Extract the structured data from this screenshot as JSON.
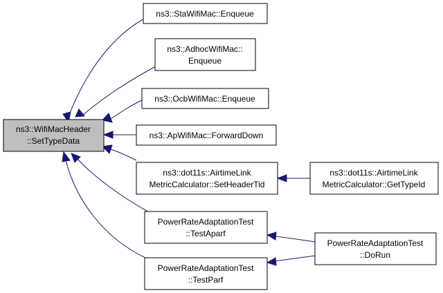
{
  "graph": {
    "nodes": {
      "root": [
        "ns3::WifiMacHeader",
        "::SetTypeData"
      ],
      "sta_enqueue": [
        "ns3::StaWifiMac::Enqueue"
      ],
      "adhoc_enqueue": [
        "ns3::AdhocWifiMac::",
        "Enqueue"
      ],
      "ocb_enqueue": [
        "ns3::OcbWifiMac::Enqueue"
      ],
      "ap_forward": [
        "ns3::ApWifiMac::ForwardDown"
      ],
      "airtime_setheader": [
        "ns3::dot11s::AirtimeLink",
        "MetricCalculator::SetHeaderTid"
      ],
      "airtime_gettypeid": [
        "ns3::dot11s::AirtimeLink",
        "MetricCalculator::GetTypeId"
      ],
      "testaparf": [
        "PowerRateAdaptationTest",
        "::TestAparf"
      ],
      "testparf": [
        "PowerRateAdaptationTest",
        "::TestParf"
      ],
      "dorun": [
        "PowerRateAdaptationTest",
        "::DoRun"
      ]
    }
  }
}
